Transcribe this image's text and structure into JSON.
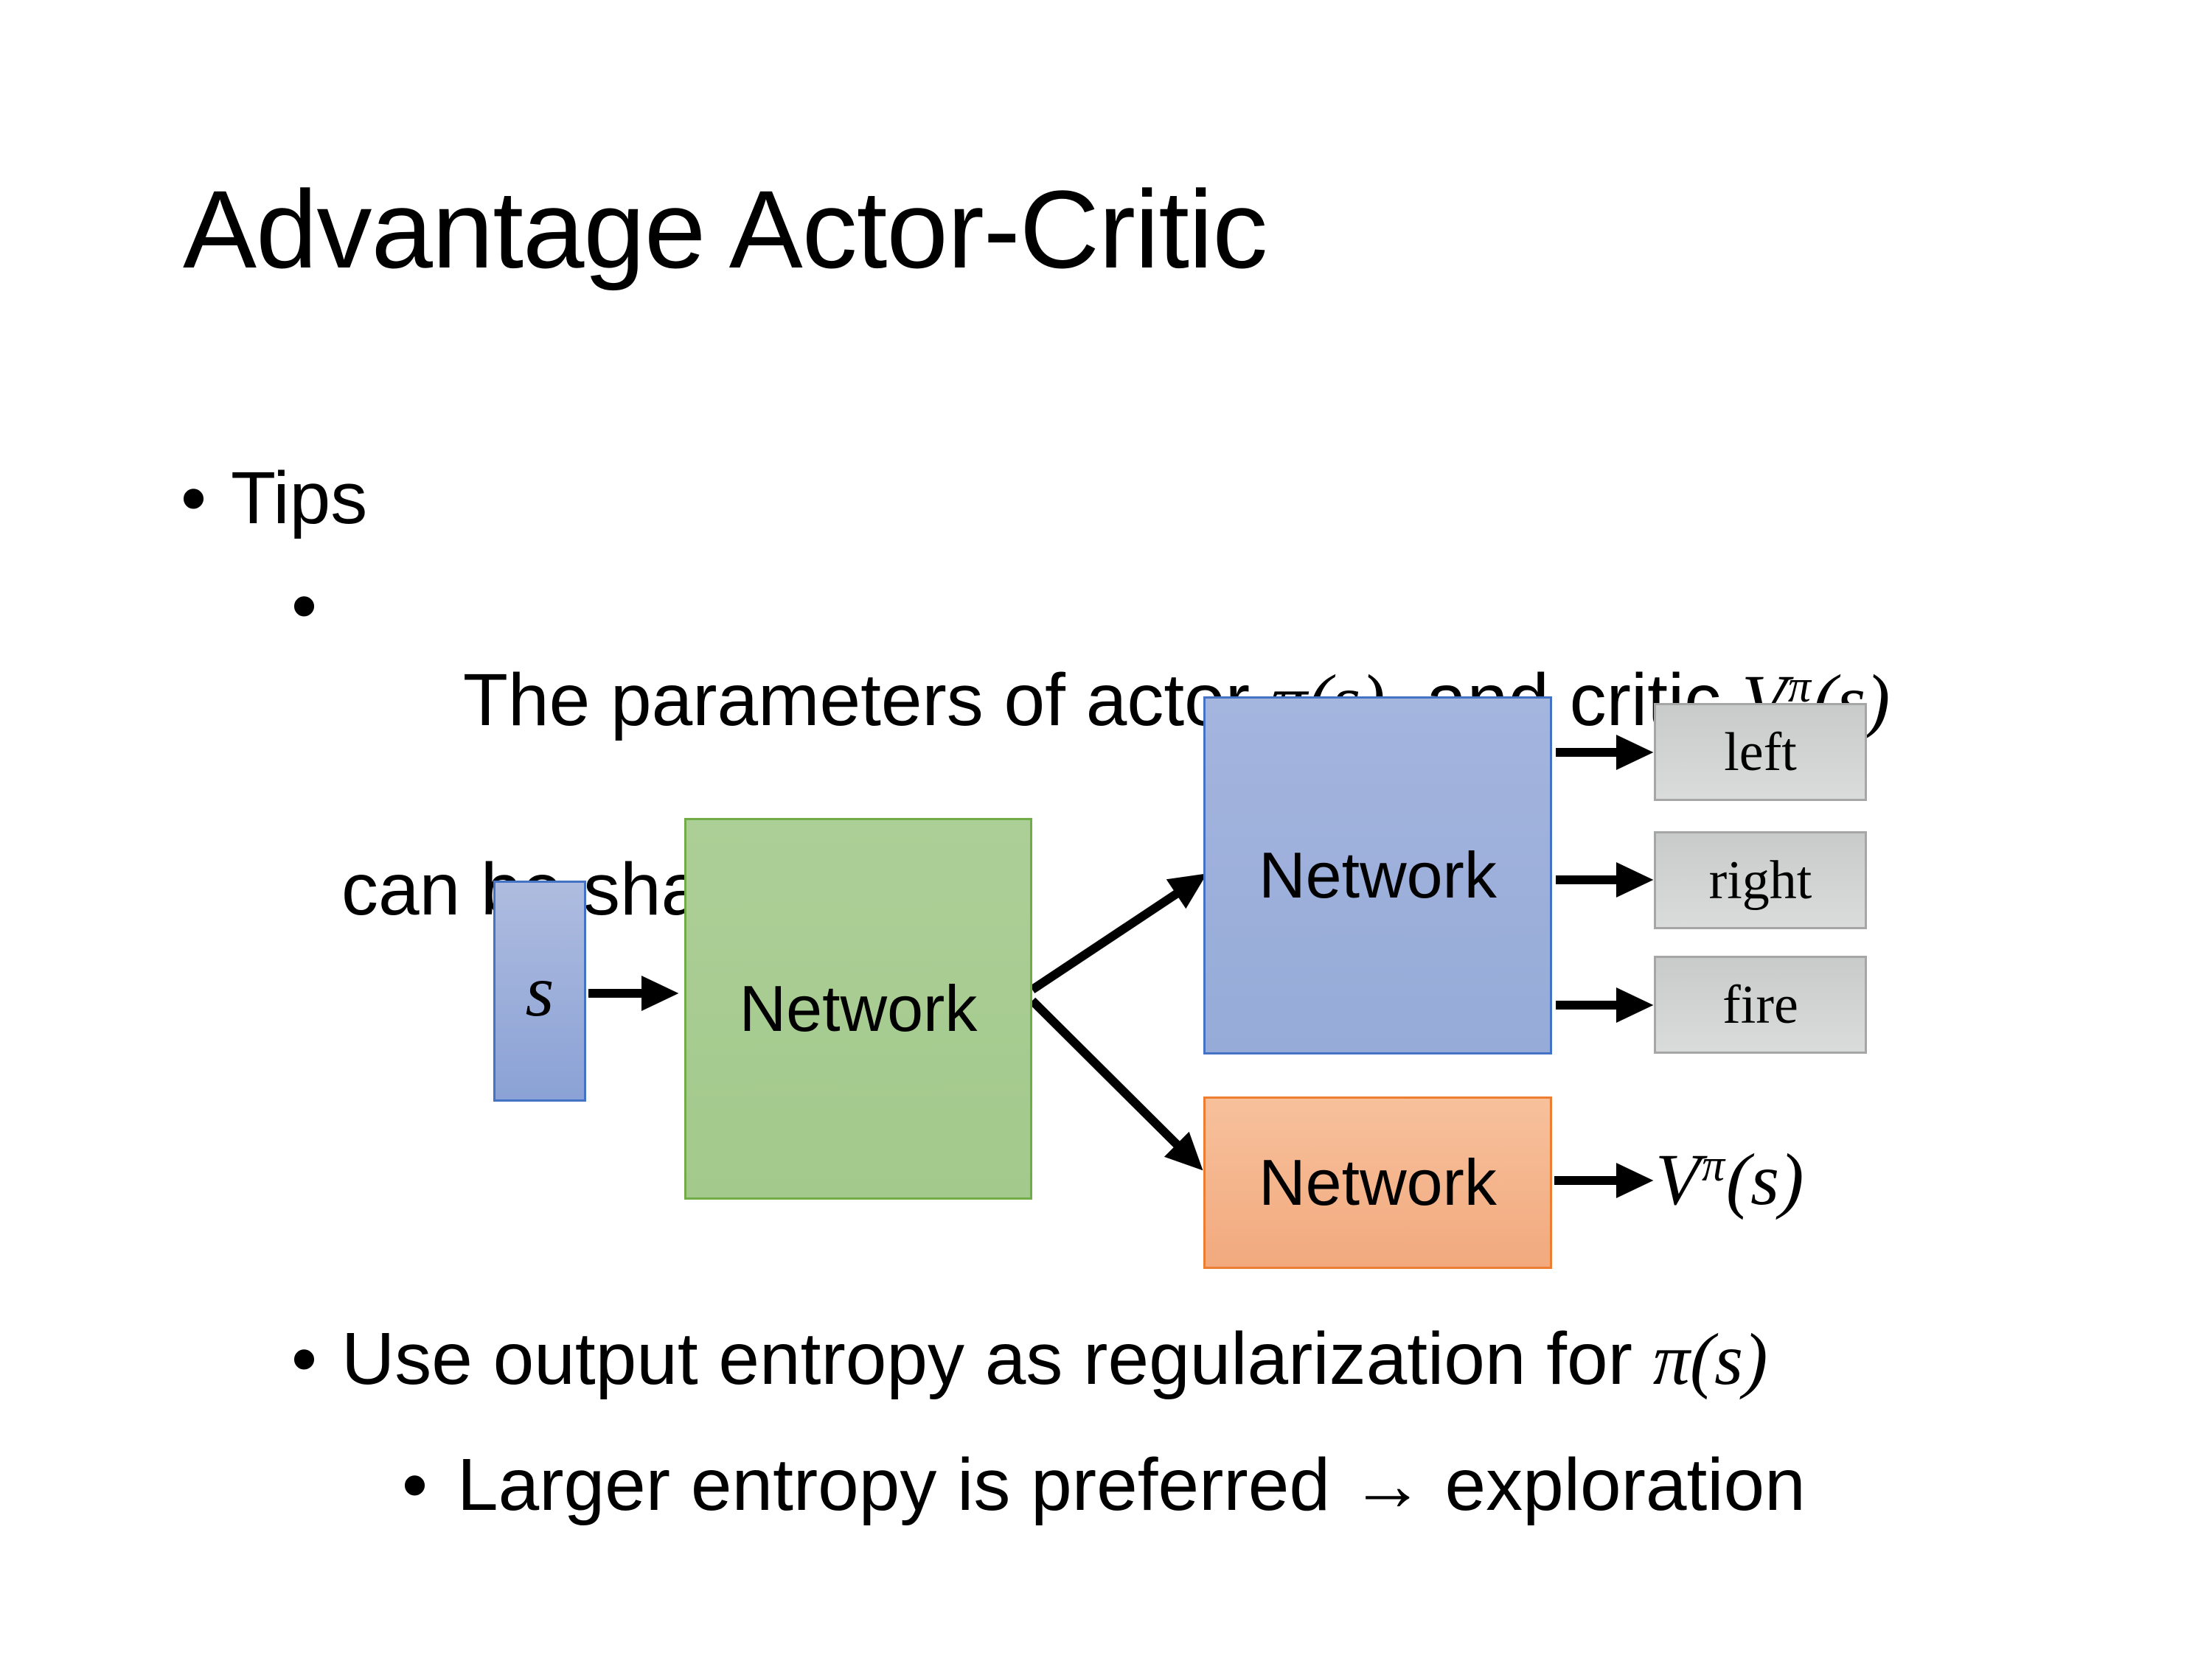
{
  "slide": {
    "title": "Advantage Actor-Critic",
    "bullet_glyph": "•",
    "bullets": {
      "tips_label": "Tips",
      "param_sharing": {
        "pre": "The parameters of actor ",
        "actor_math": "π(s)",
        "mid": "  and critic ",
        "critic_base": "V",
        "critic_sup": "π",
        "critic_args": "(s)",
        "line2": "can be shared"
      },
      "entropy_reg": {
        "pre": "Use output entropy as regularization for ",
        "math": "π(s)"
      },
      "exploration": {
        "pre": "Larger entropy is preferred ",
        "arrow_glyph": "→",
        "post": " exploration"
      }
    }
  },
  "diagram": {
    "state_label": "s",
    "shared_network_label": "Network",
    "actor_network_label": "Network",
    "critic_network_label": "Network",
    "action_labels": [
      "left",
      "right",
      "fire"
    ],
    "value_output": {
      "base": "V",
      "sup": "π",
      "args": "(s)"
    },
    "colors": {
      "state_fill_top": "#aebcdf",
      "state_fill_bottom": "#8ba2d6",
      "state_border": "#4472c4",
      "shared_fill": "#a9cd92",
      "shared_border": "#70ad47",
      "actor_fill": "#9db0db",
      "actor_border": "#4472c4",
      "critic_fill_top": "#f7c19c",
      "critic_fill_bottom": "#f2a97e",
      "critic_border": "#ed7d31",
      "action_fill_top": "#c9cbca",
      "action_fill_bottom": "#dadcdb",
      "action_border": "#a6a6a6",
      "arrow_color": "#000000"
    }
  }
}
